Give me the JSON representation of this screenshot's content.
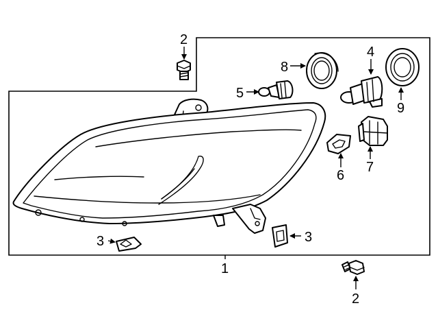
{
  "callouts": {
    "c1": "1",
    "c2_top": "2",
    "c2_bottom": "2",
    "c3_left": "3",
    "c3_right": "3",
    "c4": "4",
    "c5": "5",
    "c6": "6",
    "c7": "7",
    "c8": "8",
    "c9": "9"
  },
  "parts": {
    "p1": "headlamp-assembly",
    "p2": "bolt",
    "p3": "nut",
    "p4": "bulb",
    "p5": "side-marker-bulb",
    "p6": "socket",
    "p7": "socket-connector",
    "p8": "seal-cap",
    "p9": "seal-cap"
  }
}
